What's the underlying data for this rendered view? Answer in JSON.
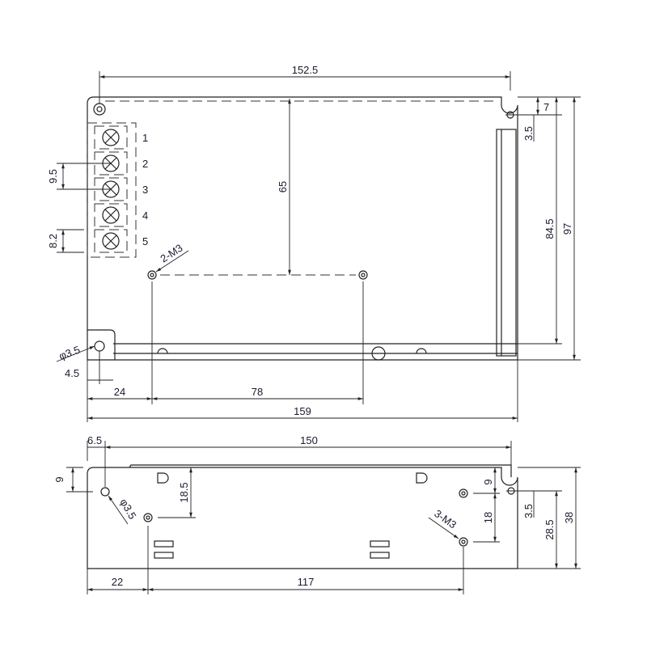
{
  "top_view": {
    "dims": {
      "width_152_5": "152.5",
      "h65": "65",
      "h84_5": "84.5",
      "h97": "97",
      "d7": "7",
      "d3_5": "3.5",
      "pitch": "9.5",
      "tb": "8.2",
      "m3": "2-M3",
      "phi": "φ3.5",
      "d4_5": "4.5",
      "d24": "24",
      "d78": "78",
      "d159": "159"
    },
    "terminals": [
      "1",
      "2",
      "3",
      "4",
      "5"
    ]
  },
  "side_view": {
    "dims": {
      "d6_5": "6.5",
      "d150": "150",
      "d9": "9",
      "phi": "φ3.5",
      "d18_5": "18.5",
      "d9r": "9",
      "d18": "18",
      "m3": "3-M3",
      "d3_5": "3.5",
      "d28_5": "28.5",
      "d38": "38",
      "d22": "22",
      "d117": "117"
    }
  }
}
